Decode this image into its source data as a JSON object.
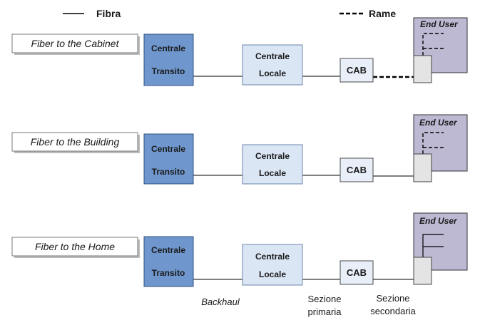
{
  "legend": {
    "fiber_label": "Fibra",
    "copper_label": "Rame"
  },
  "node_labels": {
    "transit_line1": "Centrale",
    "transit_line2": "Transito",
    "local_line1": "Centrale",
    "local_line2": "Locale",
    "cab": "CAB",
    "end_user": "End User"
  },
  "rows": [
    {
      "title": "Fiber to the Cabinet",
      "cab_to_user": "copper",
      "inside": "copper"
    },
    {
      "title": "Fiber to the Building",
      "cab_to_user": "fiber",
      "inside": "copper"
    },
    {
      "title": "Fiber to the Home",
      "cab_to_user": "fiber",
      "inside": "fiber"
    }
  ],
  "bottom_labels": {
    "backhaul": "Backhaul",
    "primary_line1": "Sezione",
    "primary_line2": "primaria",
    "secondary_line1": "Sezione",
    "secondary_line2": "secondaria"
  },
  "colors": {
    "transit_fill": "#6f97cd",
    "local_fill": "#dbe6f5",
    "cab_fill": "#e8eff8",
    "enduser_fill": "#bdb9d3",
    "device_fill": "#e4e4e4"
  }
}
